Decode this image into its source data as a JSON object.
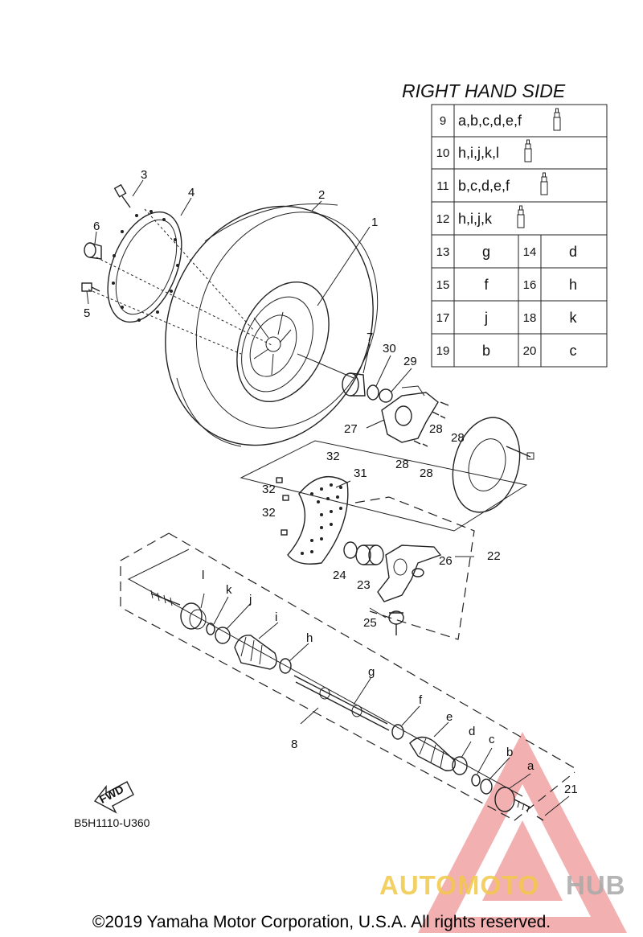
{
  "title": "RIGHT HAND SIDE",
  "table": {
    "rows_wide": [
      {
        "num": "9",
        "letters": "a,b,c,d,e,f"
      },
      {
        "num": "10",
        "letters": "h,i,j,k,l"
      },
      {
        "num": "11",
        "letters": "b,c,d,e,f"
      },
      {
        "num": "12",
        "letters": "h,i,j,k"
      }
    ],
    "rows_pairs": [
      [
        {
          "num": "13",
          "letter": "g"
        },
        {
          "num": "14",
          "letter": "d"
        }
      ],
      [
        {
          "num": "15",
          "letter": "f"
        },
        {
          "num": "16",
          "letter": "h"
        }
      ],
      [
        {
          "num": "17",
          "letter": "j"
        },
        {
          "num": "18",
          "letter": "k"
        }
      ],
      [
        {
          "num": "19",
          "letter": "b"
        },
        {
          "num": "20",
          "letter": "c"
        }
      ]
    ]
  },
  "callouts": {
    "c1": "1",
    "c2": "2",
    "c3": "3",
    "c4": "4",
    "c5": "5",
    "c6": "6",
    "c7": "7",
    "c8": "8",
    "c21": "21",
    "c22": "22",
    "c23": "23",
    "c24": "24",
    "c25": "25",
    "c26": "26",
    "c27": "27",
    "c28a": "28",
    "c28b": "28",
    "c28c": "28",
    "c28d": "28",
    "c29": "29",
    "c30": "30",
    "c31": "31",
    "c32a": "32",
    "c32b": "32",
    "c32c": "32",
    "ca": "a",
    "cb": "b",
    "cc": "c",
    "cd": "d",
    "ce": "e",
    "cf": "f",
    "cg": "g",
    "ch": "h",
    "ci": "i",
    "cj": "j",
    "ck": "k",
    "cl": "l"
  },
  "fwd_label": "FWD",
  "diagram_code": "B5H1110-U360",
  "copyright": "©2019 Yamaha Motor Corporation, U.S.A. All rights reserved.",
  "watermark": {
    "part1": "AUTOMOTO",
    "part2": "HUB"
  },
  "colors": {
    "watermark_red": "#e05050",
    "watermark_yellow": "#f2c84a",
    "watermark_grey": "#a9a9a9"
  }
}
